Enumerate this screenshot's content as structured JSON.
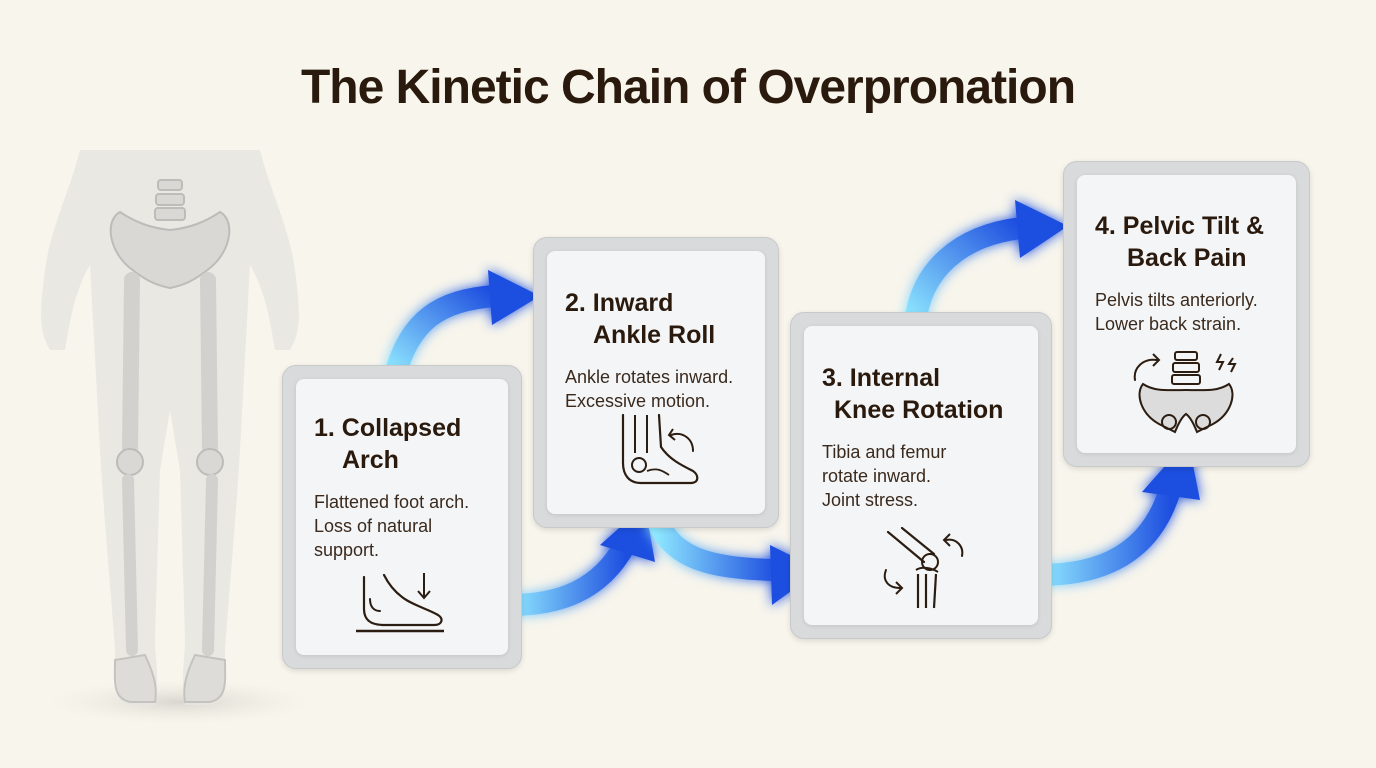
{
  "title": "The Kinetic Chain of Overpronation",
  "steps": [
    {
      "title_line1": "1. Collapsed",
      "title_line2": "Arch",
      "desc_line1": "Flattened foot arch.",
      "desc_line2": "Loss of natural",
      "desc_line3": "support.",
      "icon": "flat-foot-icon"
    },
    {
      "title_line1": "2. Inward",
      "title_line2": "Ankle Roll",
      "desc_line1": "Ankle rotates inward.",
      "desc_line2": "Excessive motion.",
      "icon": "ankle-roll-icon"
    },
    {
      "title_line1": "3. Internal",
      "title_line2": "Knee Rotation",
      "desc_line1": "Tibia and femur",
      "desc_line2": "rotate inward.",
      "desc_line3": "Joint stress.",
      "icon": "knee-rotation-icon"
    },
    {
      "title_line1": "4. Pelvic Tilt &",
      "title_line2": "Back Pain",
      "desc_line1": "Pelvis tilts anteriorly.",
      "desc_line2": "Lower back strain.",
      "icon": "pelvis-pain-icon"
    }
  ],
  "colors": {
    "background": "#f8f5ec",
    "arrow_start": "#8fe8ff",
    "arrow_end": "#1f4fe0",
    "card_border": "#d9dadb",
    "card_inner": "#f4f5f6",
    "title_text": "#2a1a0e"
  }
}
